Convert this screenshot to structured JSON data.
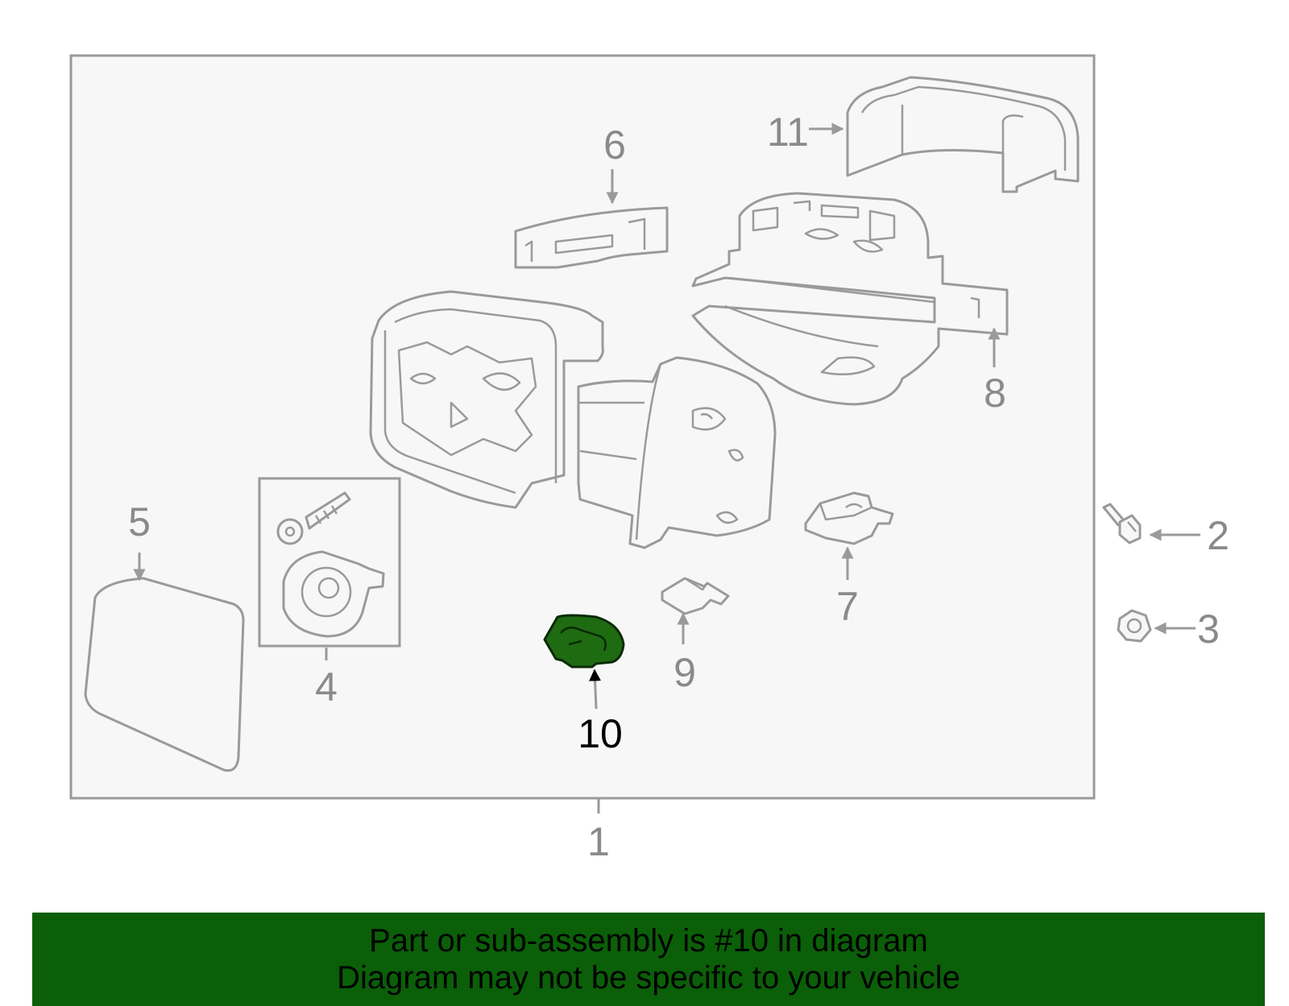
{
  "colors": {
    "frame_stroke": "#9a9a9a",
    "frame_fill": "#f7f7f7",
    "muted_label": "#8a8a8a",
    "highlight_fill": "#1e6b12",
    "highlight_label": "#000000",
    "banner_bg": "#0b5f08"
  },
  "highlighted_part": "10",
  "callouts": {
    "c1": "1",
    "c2": "2",
    "c3": "3",
    "c4": "4",
    "c5": "5",
    "c6": "6",
    "c7": "7",
    "c8": "8",
    "c9": "9",
    "c10": "10",
    "c11": "11"
  },
  "banner": {
    "line1": "Part or sub-assembly is #10 in diagram",
    "line2": "Diagram may not be specific to your vehicle"
  }
}
